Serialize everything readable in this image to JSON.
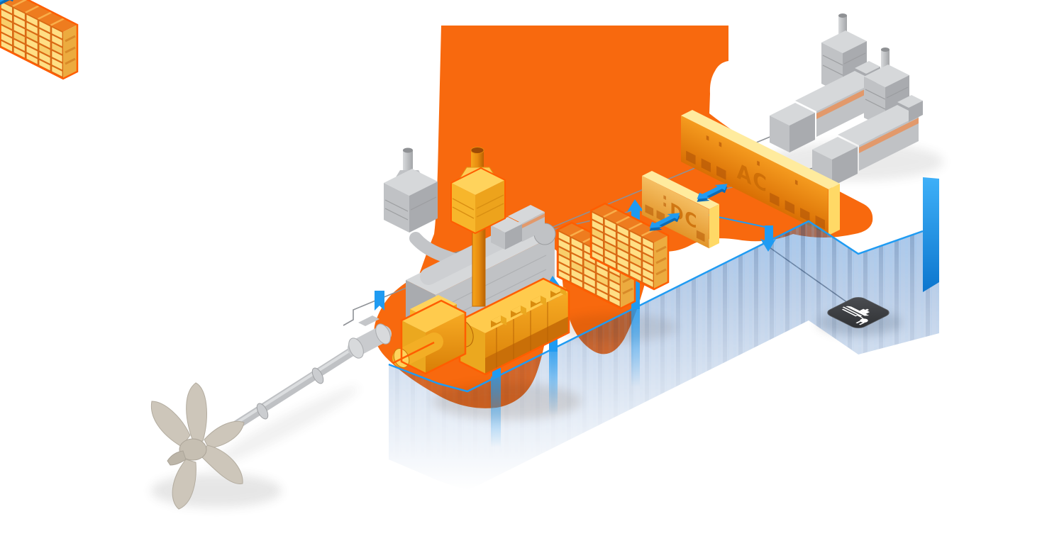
{
  "labels": {
    "ac_switchboard": "AC",
    "dc_hub": "DC"
  },
  "palette": {
    "background": "#ffffff",
    "accent_orange": "#f8690e",
    "highlight_orange": "#ff5d00",
    "equipment_gold": "#f7b733",
    "equipment_gold_light": "#ffe07e",
    "equipment_gold_deep": "#d87e06",
    "panel_top": "#ffeb9e",
    "panel_side": "#ffd966",
    "panel_text": "#c96a05",
    "network_blue": "#1f9bf2",
    "network_blue_deep": "#0e6cb5",
    "machinery_gray": "#c0c2c5",
    "machinery_gray_dark": "#a9abaf",
    "machinery_gray_light": "#d6d8da",
    "line_gray": "#8e9196",
    "badge_gray": "#3e4044",
    "icon_white": "#ffffff",
    "propeller_tone": "#cdc6ba"
  },
  "components": [
    {
      "id": "propeller",
      "name": "propeller"
    },
    {
      "id": "shaft-line",
      "name": "propeller-shaft-line"
    },
    {
      "id": "shaft-clutch",
      "name": "shaft-clutch"
    },
    {
      "id": "gearbox-pto",
      "name": "gearbox-with-pto"
    },
    {
      "id": "main-engine",
      "name": "main-engine-highlighted"
    },
    {
      "id": "main-engine-exhaust",
      "name": "main-engine-exhaust-silencer"
    },
    {
      "id": "backup-engine",
      "name": "backup-engine-gray"
    },
    {
      "id": "backup-engine-exhaust",
      "name": "backup-engine-exhaust-silencer"
    },
    {
      "id": "auxiliary-genset",
      "name": "auxiliary-genset"
    },
    {
      "id": "battery-racks",
      "name": "energy-storage-battery-racks"
    },
    {
      "id": "dc-hub",
      "name": "dc-hub-converter-panel"
    },
    {
      "id": "ac-switchboard",
      "name": "ac-main-switchboard"
    },
    {
      "id": "genset-1",
      "name": "diesel-genset-1"
    },
    {
      "id": "genset-2",
      "name": "diesel-genset-2"
    },
    {
      "id": "dc-grid-plane",
      "name": "electrical-network-plane"
    },
    {
      "id": "energy-flow-arrows",
      "name": "bidirectional-energy-flow-arrows"
    },
    {
      "id": "shore-power-badge",
      "name": "ship-shore-power-icon-badge"
    }
  ]
}
